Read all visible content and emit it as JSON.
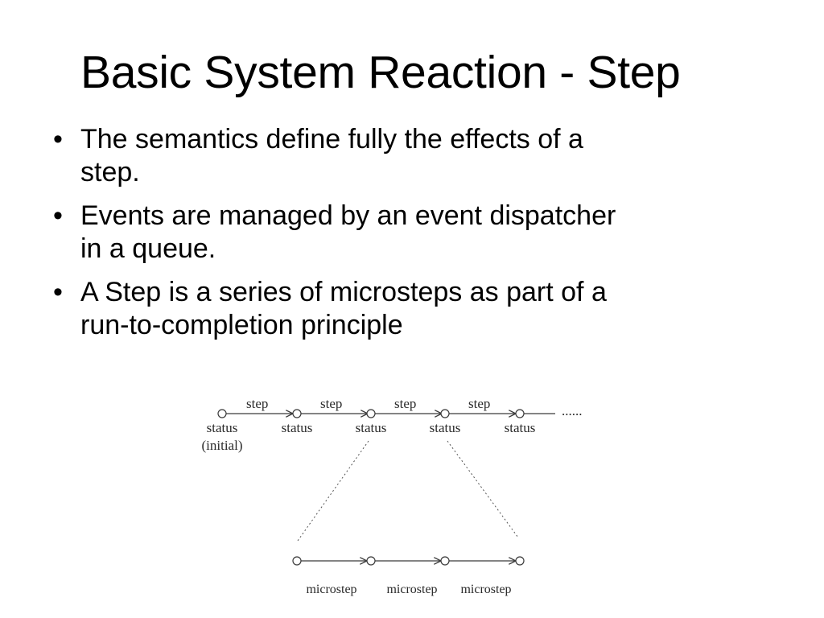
{
  "slide": {
    "title": "Basic System Reaction - Step",
    "bullets": [
      {
        "lines": [
          "The semantics define fully the effects of a",
          "step."
        ]
      },
      {
        "lines": [
          "Events are managed by an event dispatcher",
          "in a queue."
        ]
      },
      {
        "lines": [
          "A Step is a series of microsteps as part of a",
          "run-to-completion principle"
        ]
      }
    ],
    "bullet_symbol": "•"
  },
  "diagram": {
    "top_row": {
      "status_label": "status",
      "initial_label": "(initial)",
      "step_label": "step",
      "continuation": "......"
    },
    "bottom_row": {
      "microstep_label": "microstep"
    }
  }
}
